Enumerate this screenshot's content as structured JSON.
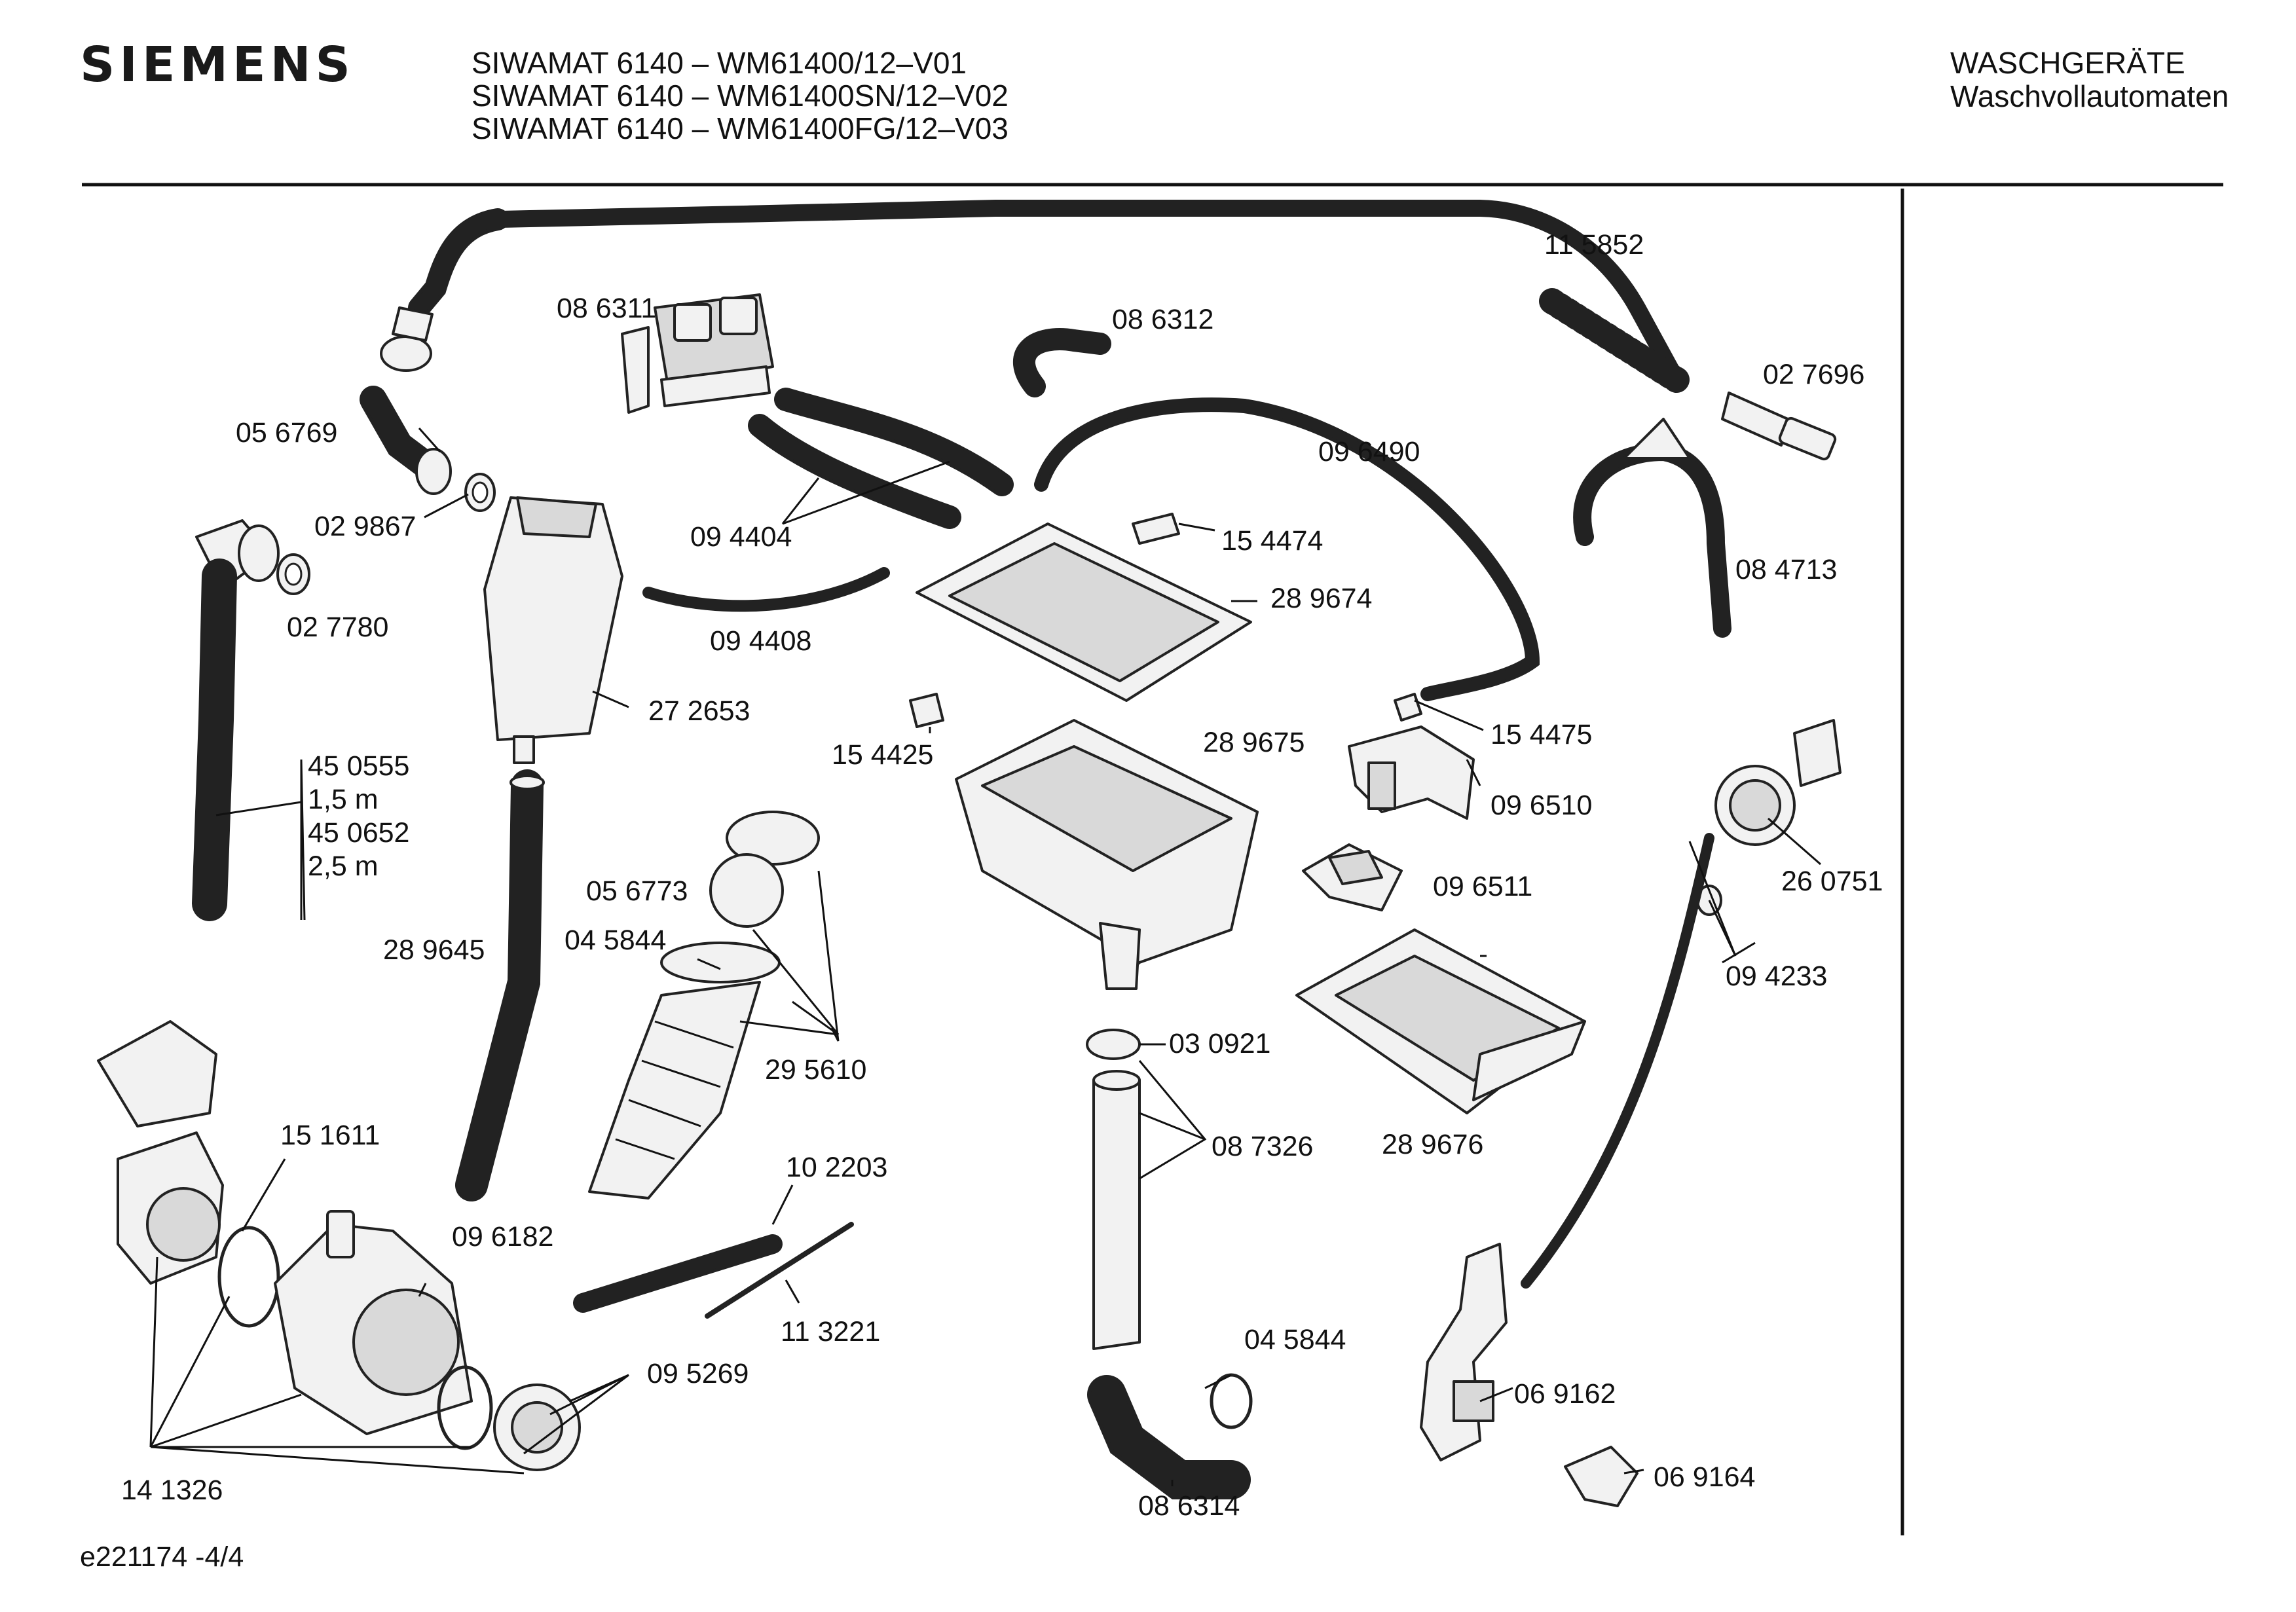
{
  "header": {
    "brand": "SIEMENS",
    "models": [
      "SIWAMAT 6140 – WM61400/12–V01",
      "SIWAMAT 6140 – WM61400SN/12–V02",
      "SIWAMAT 6140 – WM61400FG/12–V03"
    ],
    "category": "WASCHGERÄTE",
    "subcategory": "Waschvollautomaten"
  },
  "parts": [
    "11 5852",
    "08 6311",
    "08 6312",
    "02 7696",
    "05 6769",
    "09 6490",
    "02 9867",
    "09 4404",
    "15 4474",
    "08 4713",
    "02 7780",
    "28 9674",
    "09 4408",
    "27 2653",
    "15 4475",
    "28 9675",
    "15 4425",
    "09 6510",
    "45 0555",
    "1,5 m",
    "45 0652",
    "2,5 m",
    "26 0751",
    "05 6773",
    "09 6511",
    "04 5844",
    "28 9645",
    "09 4233",
    "29 5610",
    "03 0921",
    "15 1611",
    "08 7326",
    "28 9676",
    "10 2203",
    "09 6182",
    "11 3221",
    "04 5844",
    "09 5269",
    "06 9162",
    "14 1326",
    "06 9164",
    "08 6314"
  ],
  "footer": {
    "drawing_id": "e221174 -4/4"
  }
}
